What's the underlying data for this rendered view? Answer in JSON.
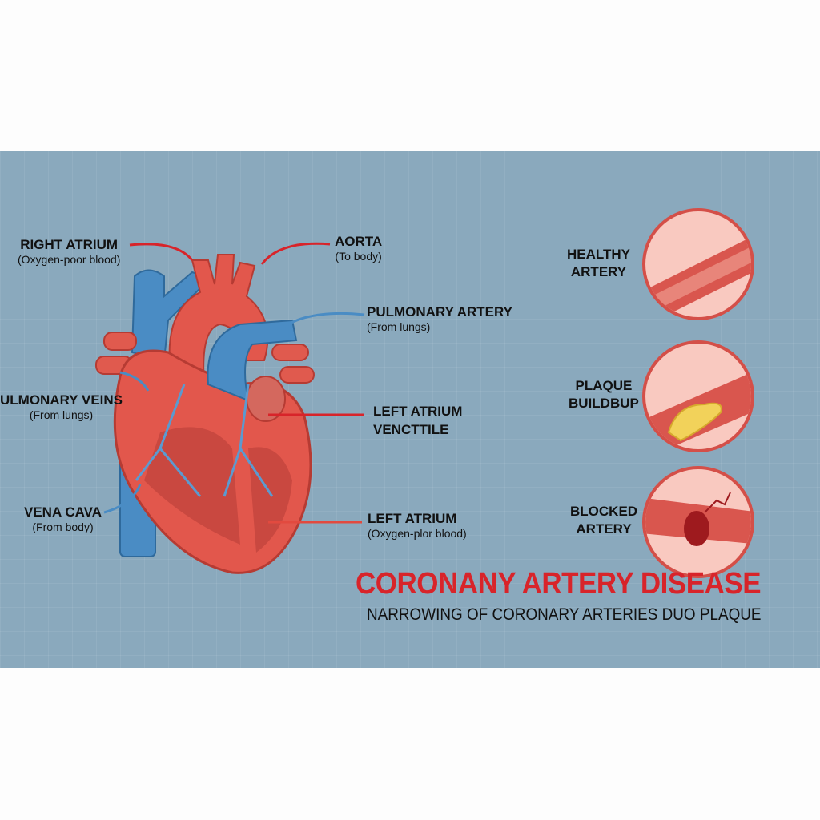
{
  "labels": {
    "right_atrium": {
      "title": "RIGHT ATRIUM",
      "sub": "(Oxygen-poor blood)"
    },
    "aorta": {
      "title": "AORTA",
      "sub": "(To body)"
    },
    "pulmonary_artery": {
      "title": "PULMONARY ARTERY",
      "sub": "(From lungs)"
    },
    "pulmonary_veins": {
      "title": "ULMONARY VEINS",
      "sub": "(From lungs)"
    },
    "left_atrium_ventricle": {
      "title": "LEFT ATRIUM",
      "title2": "VENCTTILE"
    },
    "vena_cava": {
      "title": "VENA CAVA",
      "sub": "(From body)"
    },
    "left_atrium": {
      "title": "LEFT ATRIUM",
      "sub": "(Oxygen-plor blood)"
    }
  },
  "arteries": [
    {
      "line1": "HEALTHY",
      "line2": "ARTERY"
    },
    {
      "line1": "PLAQUE",
      "line2": "BUILDBUP"
    },
    {
      "line1": "BLOCKED",
      "line2": "ARTERY"
    }
  ],
  "title": "CORONANY ARTERY DISEASE",
  "subtitle": "NARROWING OF CORONARY ARTERIES DUO PLAQUE",
  "colors": {
    "background": "#8aa9bd",
    "red": "#d8242a",
    "vein": "#4a8cc4",
    "heart": "#e2574c"
  }
}
